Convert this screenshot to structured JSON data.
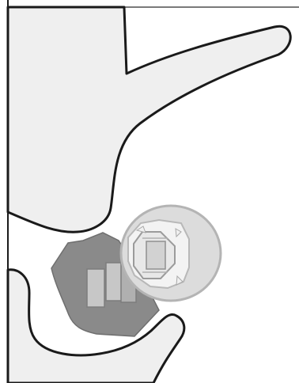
{
  "diagram": {
    "style": "grayscale line illustration",
    "colors": {
      "background": "#ffffff",
      "outline": "#1a1a1a",
      "light_fill": "#efefef",
      "dark_block": "#8a8a8a",
      "light_block": "#bdbdbd",
      "ring_fill": "#dcdcdc",
      "ring_stroke": "#b4b4b4"
    },
    "elements": [
      "upper-curved-shape",
      "lower-curved-shape",
      "dark-block",
      "round-device"
    ]
  }
}
